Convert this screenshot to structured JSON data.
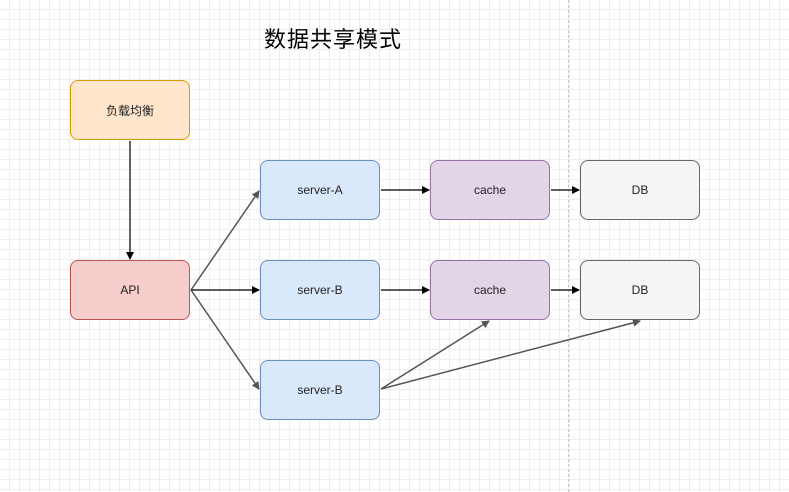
{
  "title": "数据共享模式",
  "nodes": {
    "load_balancer": "负载均衡",
    "api": "API",
    "server_a": "server-A",
    "server_b1": "server-B",
    "server_b2": "server-B",
    "cache_1": "cache",
    "cache_2": "cache",
    "db_1": "DB",
    "db_2": "DB"
  },
  "colors": {
    "load_balancer_fill": "#ffe6cc",
    "api_fill": "#f8cecc",
    "server_fill": "#dae8fc",
    "cache_fill": "#e1d5e7",
    "db_fill": "#f5f5f5"
  }
}
